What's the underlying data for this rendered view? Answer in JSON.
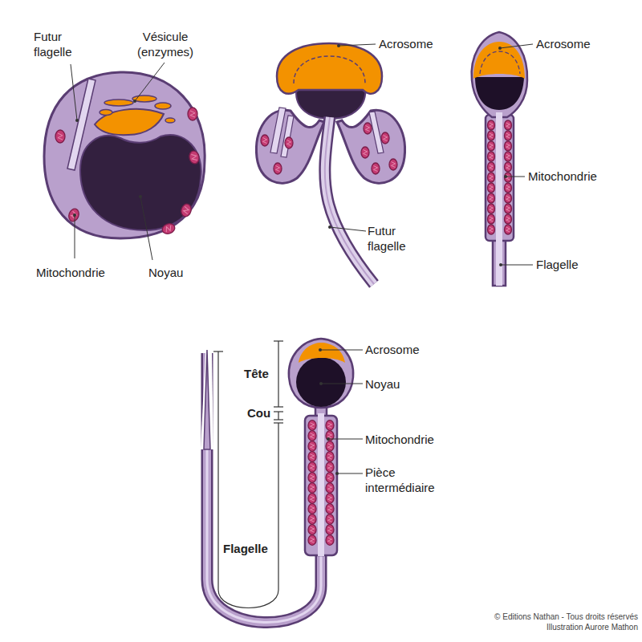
{
  "diagram": {
    "labels": [
      "Futur flagelle",
      "Vésicule (enzymes)",
      "Mitochondrie",
      "Noyau",
      "Acrosome",
      "Futur flagelle",
      "Acrosome",
      "Mitochondrie",
      "Flagelle",
      "Acrosome",
      "Tête",
      "Noyau",
      "Cou",
      "Mitochondrie",
      "Pièce intermédiaire",
      "Flagelle",
      "© Editions Nathan - Tous droits réservés",
      "Illustration Aurore Mathon"
    ]
  }
}
